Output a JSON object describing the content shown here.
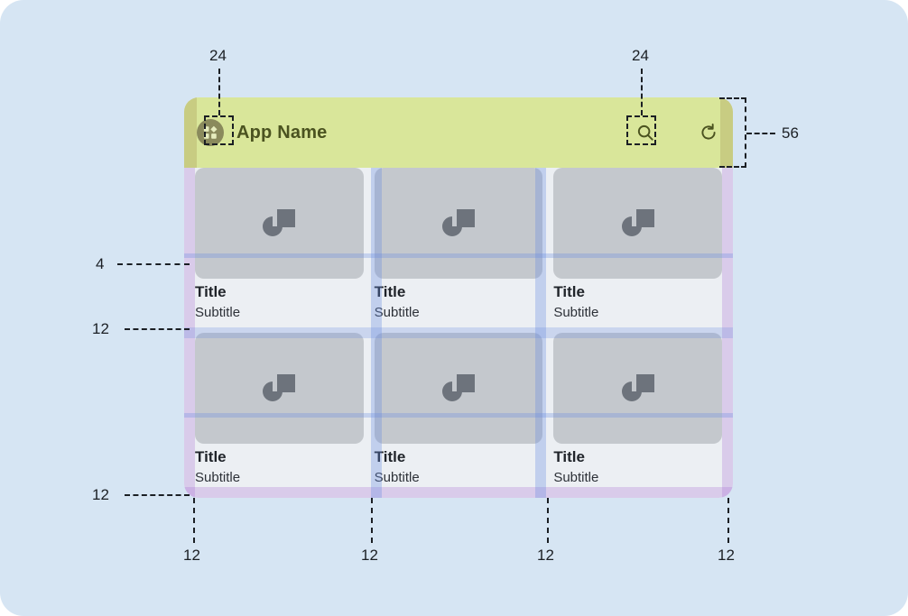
{
  "canvas": {
    "background_color": "#d6e5f3"
  },
  "mock": {
    "appbar": {
      "title": "App Name",
      "background_color": "#d9e69a",
      "title_color": "#4b5320",
      "menu_icon": "grid-dashboard-icon",
      "search_icon": "search-icon",
      "refresh_icon": "refresh-icon"
    },
    "grid": {
      "columns": 3,
      "rows": 2,
      "media_icon": "image-placeholder-icon",
      "cards": [
        {
          "title": "Title",
          "subtitle": "Subtitle"
        },
        {
          "title": "Title",
          "subtitle": "Subtitle"
        },
        {
          "title": "Title",
          "subtitle": "Subtitle"
        },
        {
          "title": "Title",
          "subtitle": "Subtitle"
        },
        {
          "title": "Title",
          "subtitle": "Subtitle"
        },
        {
          "title": "Title",
          "subtitle": "Subtitle"
        }
      ]
    }
  },
  "annotations": {
    "menu_icon_size": "24",
    "search_icon_size": "24",
    "appbar_height": "56",
    "title_top_gap": "4",
    "row_gap": "12",
    "bottom_padding": "12",
    "gutter_left": "12",
    "gutter_mid_1": "12",
    "gutter_mid_2": "12",
    "gutter_right": "12"
  }
}
